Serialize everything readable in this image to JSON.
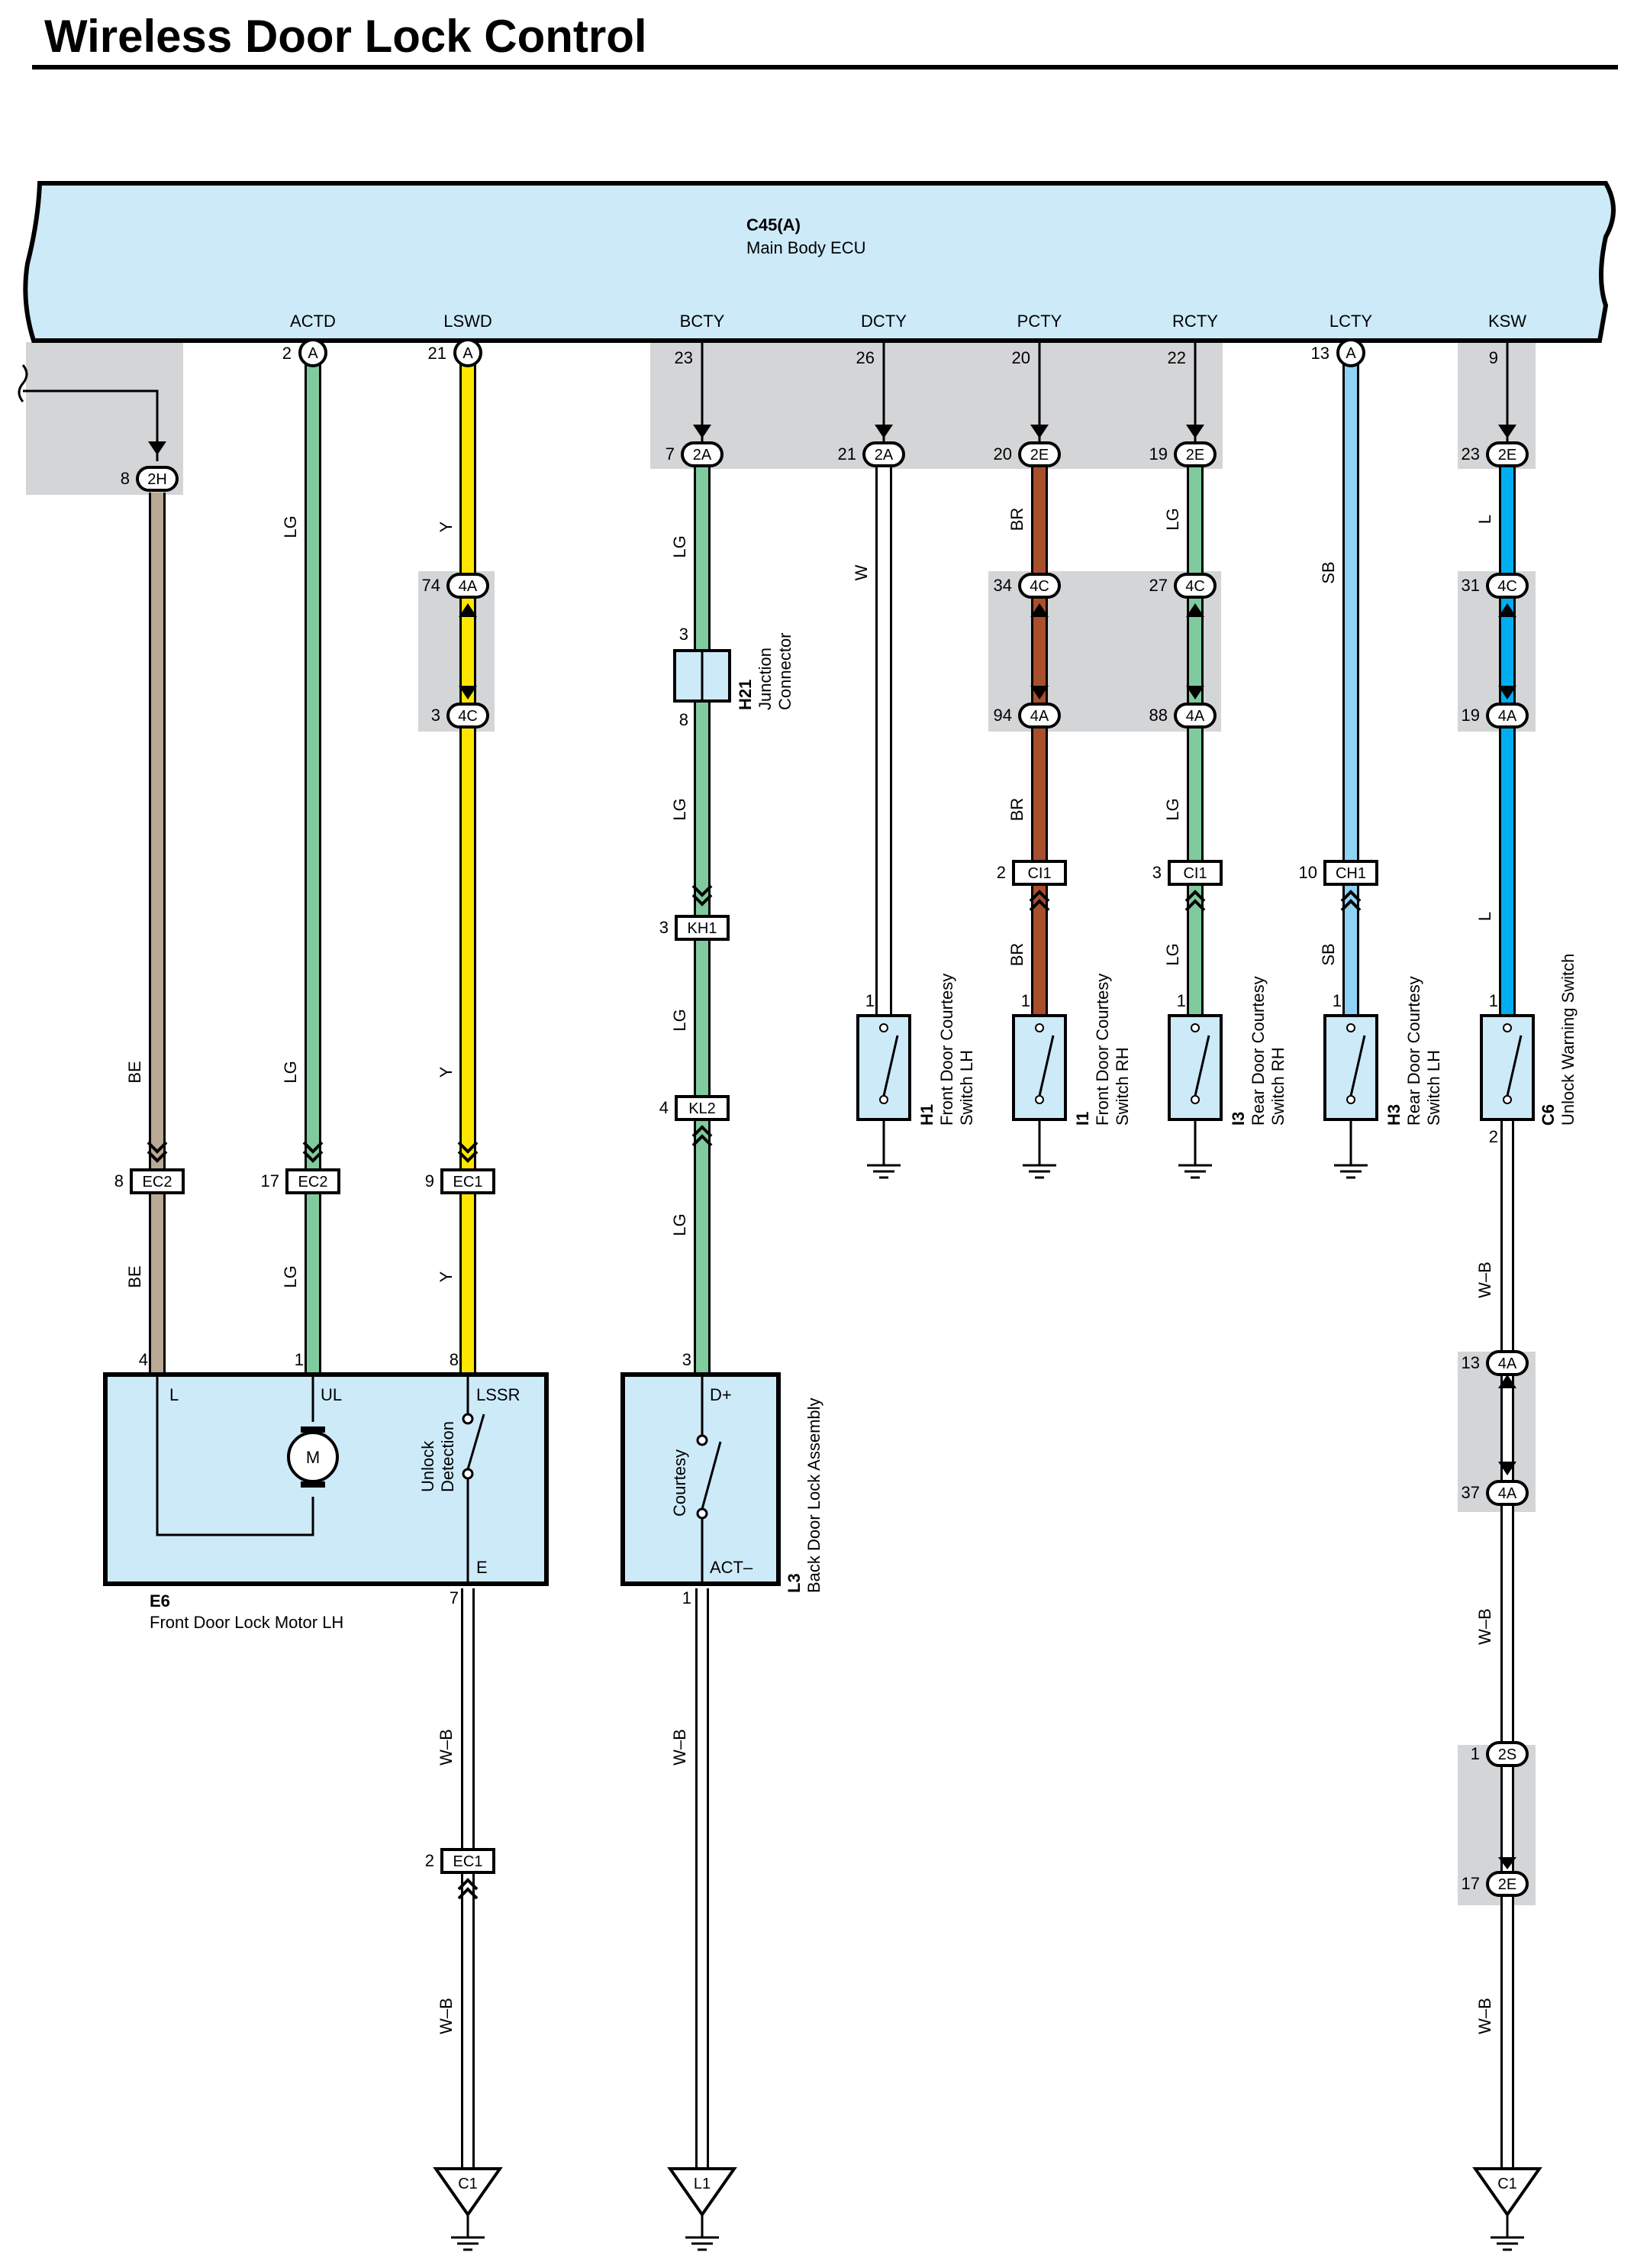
{
  "title": "Wireless Door Lock Control",
  "ecu": {
    "connector": "C45(A)",
    "name": "Main Body ECU",
    "terminals": [
      {
        "id": "actd",
        "name": "ACTD",
        "pin": "2",
        "tag": "A"
      },
      {
        "id": "lswd",
        "name": "LSWD",
        "pin": "21",
        "tag": "A"
      },
      {
        "id": "bcty",
        "name": "BCTY",
        "pin": "23",
        "tag": ""
      },
      {
        "id": "dcty",
        "name": "DCTY",
        "pin": "26",
        "tag": ""
      },
      {
        "id": "pcty",
        "name": "PCTY",
        "pin": "20",
        "tag": ""
      },
      {
        "id": "rcty",
        "name": "RCTY",
        "pin": "22",
        "tag": ""
      },
      {
        "id": "lcty",
        "name": "LCTY",
        "pin": "13",
        "tag": "A"
      },
      {
        "id": "ksw",
        "name": "KSW",
        "pin": "9",
        "tag": ""
      }
    ]
  },
  "wire_codes": {
    "lg": "LG",
    "y": "Y",
    "be": "BE",
    "w": "W",
    "br": "BR",
    "sb": "SB",
    "l": "L",
    "wb": "W–B"
  },
  "wire_colors": {
    "LG": "#7fcb9e",
    "Y": "#ffe600",
    "BE": "#b9a995",
    "W": "#ffffff",
    "BR": "#a84f2c",
    "SB": "#8ed3f5",
    "L": "#00aeef",
    "WB": "#ffffff"
  },
  "connectors": {
    "2H": "2H",
    "2A": "2A",
    "2E": "2E",
    "4A": "4A",
    "4C": "4C",
    "2S": "2S",
    "EC1": "EC1",
    "EC2": "EC2",
    "KH1": "KH1",
    "KL2": "KL2",
    "CI1": "CI1",
    "CH1": "CH1"
  },
  "pins": {
    "p2h": "8",
    "bcty_2a": "7",
    "dcty_2a": "21",
    "pcty_2e": "20",
    "rcty_2e": "19",
    "ksw_2e": "23",
    "lswd_4a": "74",
    "lswd_4c": "3",
    "pcty_4c": "34",
    "pcty_4a": "94",
    "rcty_4c": "27",
    "rcty_4a": "88",
    "ksw_4c": "31",
    "ksw_4a": "19",
    "h21_in": "3",
    "h21_out": "8",
    "kh1": "3",
    "kl2": "4",
    "pcty_ci1": "2",
    "rcty_ci1": "3",
    "lcty_ch1": "10",
    "sw1": "1",
    "c6_out": "2",
    "be_ec2": "8",
    "lg_ec2": "17",
    "y_ec1": "9",
    "e6_l": "4",
    "e6_ul": "1",
    "e6_lssr": "8",
    "e6_e": "7",
    "l3_d": "3",
    "l3_act": "1",
    "ec1_g": "2",
    "ksw_4a_13": "13",
    "ksw_4a_37": "37",
    "ksw_2s": "1",
    "ksw_2e_17": "17"
  },
  "components": {
    "h21": {
      "code": "H21",
      "line1": "Junction",
      "line2": "Connector"
    },
    "h1": {
      "code": "H1",
      "line1": "Front Door Courtesy",
      "line2": "Switch LH"
    },
    "i1": {
      "code": "I1",
      "line1": "Front Door Courtesy",
      "line2": "Switch RH"
    },
    "i3": {
      "code": "I3",
      "line1": "Rear Door Courtesy",
      "line2": "Switch RH"
    },
    "h3": {
      "code": "H3",
      "line1": "Rear Door Courtesy",
      "line2": "Switch LH"
    },
    "c6": {
      "code": "C6",
      "line1": "Unlock Warning Switch"
    },
    "e6": {
      "code": "E6",
      "name": "Front Door Lock Motor LH",
      "t_l": "L",
      "t_ul": "UL",
      "t_lssr": "LSSR",
      "t_e": "E",
      "motor": "M",
      "det1": "Unlock",
      "det2": "Detection"
    },
    "l3": {
      "code": "L3",
      "name": "Back Door Lock Assembly",
      "t_d": "D+",
      "t_act": "ACT–",
      "sw": "Courtesy"
    }
  },
  "grounds": {
    "g1": "C1",
    "g2": "L1",
    "g3": "C1"
  }
}
